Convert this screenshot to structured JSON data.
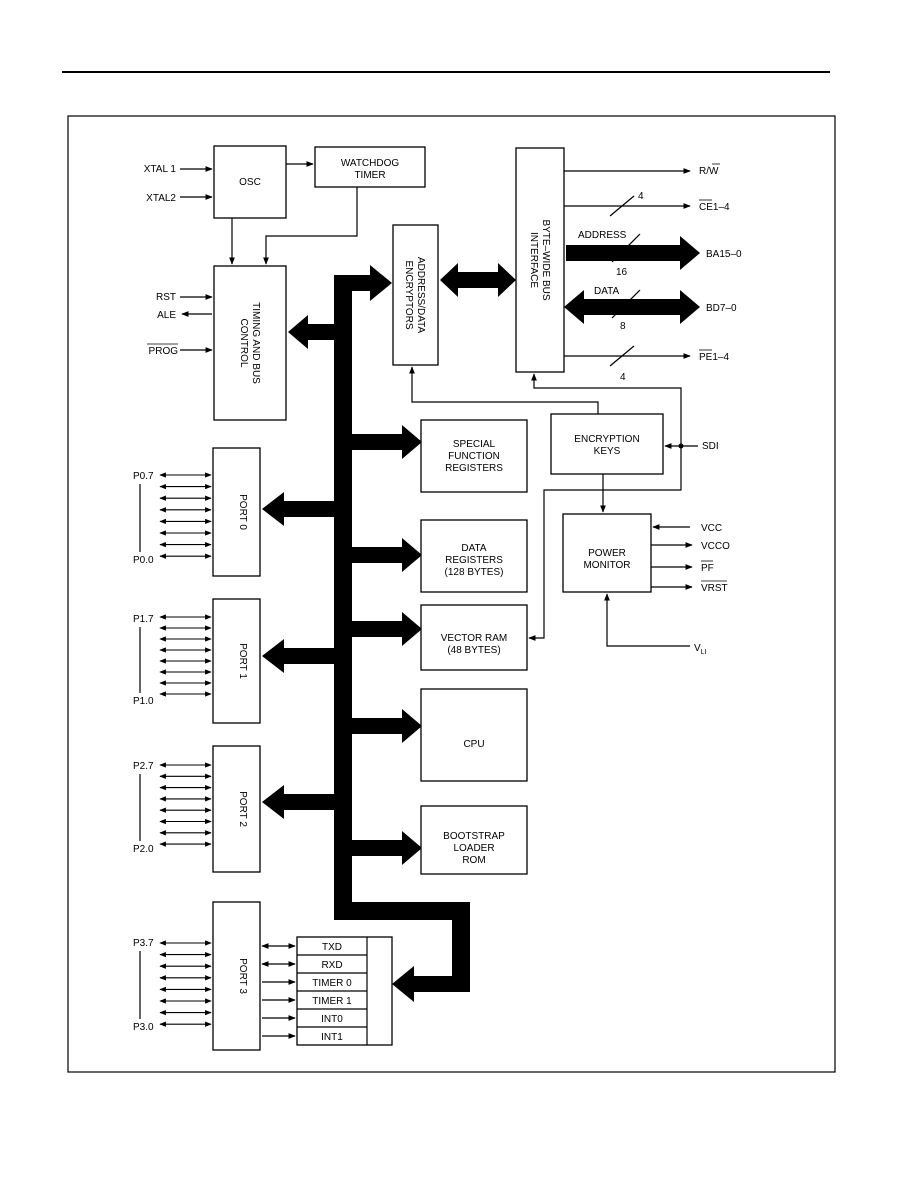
{
  "inputs": {
    "xtal1": "XTAL 1",
    "xtal2": "XTAL2",
    "rst": "RST",
    "ale": "ALE",
    "prog": "PROG",
    "sdi": "SDI",
    "vcc": "VCC",
    "vcco": "VCCO",
    "pf": "PF",
    "vrst": "VRST",
    "vli_main": "V",
    "vli_sub": "LI",
    "rw": "R/W",
    "ce": "CE1–4",
    "pe": "PE1–4",
    "ba": "BA15–0",
    "bd": "BD7–0",
    "address": "ADDRESS",
    "data": "DATA",
    "n4a": "4",
    "n16": "16",
    "n8": "8",
    "n4b": "4"
  },
  "blocks": {
    "osc": "OSC",
    "watchdog": [
      "WATCHDOG",
      "TIMER"
    ],
    "timing": "TIMING AND BUS",
    "timing2": "CONTROL",
    "addrenc": "ADDRESS/DATA",
    "addrenc2": "ENCRYPTORS",
    "bytewide": "BYTE–WIDE BUS",
    "bytewide2": "INTERFACE",
    "sfr": [
      "SPECIAL",
      "FUNCTION",
      "REGISTERS"
    ],
    "enckeys": [
      "ENCRYPTION",
      "KEYS"
    ],
    "datareg": [
      "DATA",
      "REGISTERS",
      "(128 BYTES)"
    ],
    "power": [
      "POWER",
      "MONITOR"
    ],
    "vram": [
      "VECTOR RAM",
      "(48 BYTES)"
    ],
    "cpu": "CPU",
    "boot": [
      "BOOTSTRAP",
      "LOADER",
      "ROM"
    ],
    "port0": "PORT 0",
    "port1": "PORT 1",
    "port2": "PORT 2",
    "port3": "PORT 3"
  },
  "ports": {
    "p0_hi": "P0.7",
    "p0_lo": "P0.0",
    "p1_hi": "P1.7",
    "p1_lo": "P1.0",
    "p2_hi": "P2.7",
    "p2_lo": "P2.0",
    "p3_hi": "P3.7",
    "p3_lo": "P3.0"
  },
  "port3_functions": [
    "TXD",
    "RXD",
    "TIMER 0",
    "TIMER 1",
    "INT0",
    "INT1"
  ]
}
